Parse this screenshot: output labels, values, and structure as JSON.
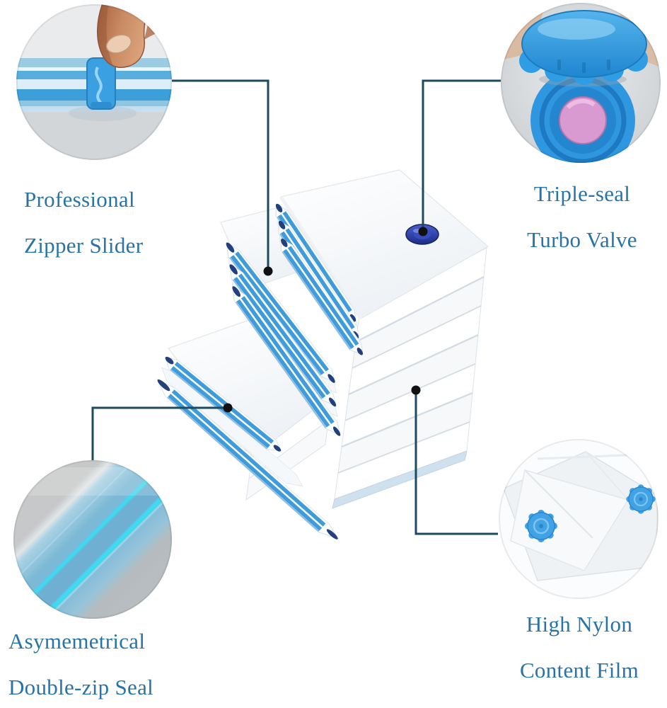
{
  "image_type": "product feature infographic",
  "product": {
    "subject": "vacuum storage bag stack",
    "stacks": 3,
    "top_valve": "navy turbo valve on top bag"
  },
  "features": [
    {
      "id": "zipper-slider",
      "line1": "Professional",
      "line2": "Zipper Slider",
      "photo": "finger pressing blue zipper slider on bag seal"
    },
    {
      "id": "turbo-valve",
      "line1": "Triple-seal",
      "line2": "Turbo Valve",
      "photo": "blue triple-seal turbo valve cap with pink center"
    },
    {
      "id": "double-zip-seal",
      "line1": "Asymemetrical",
      "line2": "Double-zip Seal",
      "photo": "close-up of double-zip seal with cyan zip lines"
    },
    {
      "id": "nylon-film",
      "line1": "High Nylon",
      "line2": "Content Film",
      "photo": "transparent nylon film with blue valve ports"
    }
  ],
  "colors": {
    "label_text": "#2874a6",
    "callout_line": "#1e4a5e",
    "callout_dot": "#111111",
    "bag_edge_blue": "#3e9bdc",
    "bag_corner_navy": "#24407c",
    "valve_navy": "#2538a8",
    "seal_cyan": "#3fd9f0",
    "valve_pink": "#d99ad2",
    "skin_tone": "#c98a64",
    "background": "#ffffff"
  }
}
